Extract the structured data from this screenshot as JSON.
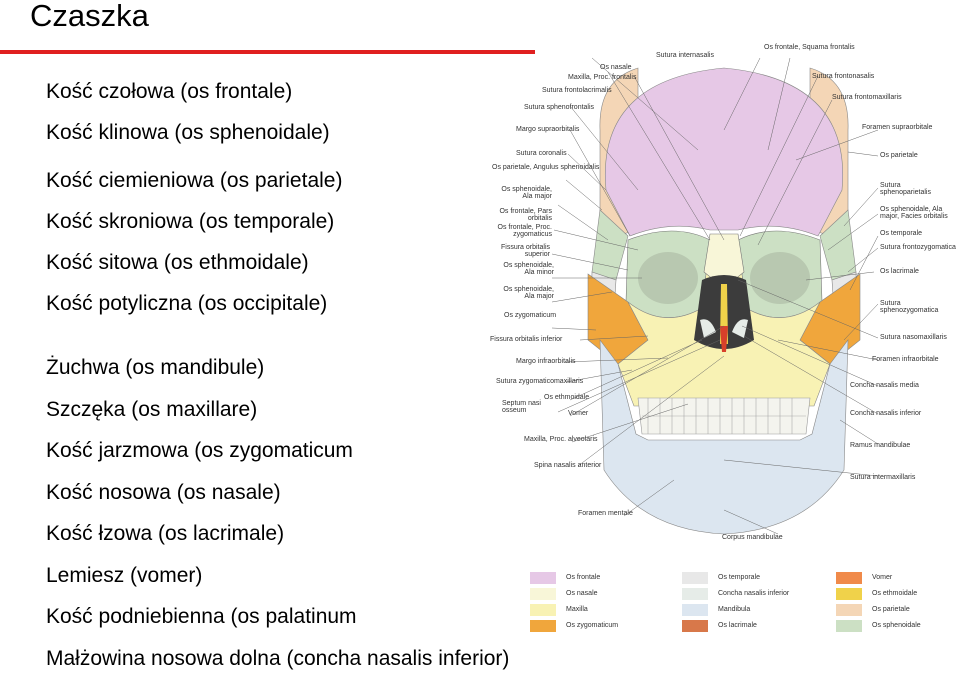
{
  "page": {
    "title": "Czaszka"
  },
  "bones": [
    {
      "label": "Kość czołowa (os frontale)"
    },
    {
      "label": "Kość klinowa (os sphenoidale)"
    },
    {
      "label": "Kość ciemieniowa (os parietale)"
    },
    {
      "label": "Kość skroniowa (os temporale)"
    },
    {
      "label": "Kość sitowa (os ethmoidale)"
    },
    {
      "label": "Kość potyliczna (os occipitale)"
    },
    {
      "label": "Żuchwa (os mandibule)"
    },
    {
      "label": "Szczęka (os maxillare)"
    },
    {
      "label": "Kość jarzmowa (os zygomaticum"
    },
    {
      "label": "Kość nosowa (os nasale)"
    },
    {
      "label": "Kość łzowa (os lacrimale)"
    },
    {
      "label": "Lemiesz (vomer)"
    },
    {
      "label": "Kość podniebienna (os palatinum"
    },
    {
      "label": "Małżowina nosowa dolna (concha nasalis inferior)"
    }
  ],
  "figure": {
    "labels": [
      "Sutura internasalis",
      "Os frontale, Squama frontalis",
      "Os nasale",
      "Maxilla, Proc. frontalis",
      "Sutura frontonasalis",
      "Sutura frontolacrimalis",
      "Sutura frontomaxillaris",
      "Sutura sphenofrontalis",
      "Margo supraorbitalis",
      "Foramen supraorbitale",
      "Sutura coronalis",
      "Os parietale",
      "Os parietale, Angulus sphenoidalis",
      "Sutura sphenoparietalis",
      "Os sphenoidale, Ala major",
      "Os sphenoidale, Ala major, Facies orbitalis",
      "Os frontale, Pars orbitalis",
      "Os temporale",
      "Os frontale, Proc. zygomaticus",
      "Sutura frontozygomatica",
      "Fissura orbitalis superior",
      "Os lacrimale",
      "Os sphenoidale, Ala minor",
      "Os sphenoidale, Ala major",
      "Sutura sphenozygomatica",
      "Os zygomaticum",
      "Sutura nasomaxillaris",
      "Fissura orbitalis inferior",
      "Foramen infraorbitale",
      "Margo infraorbitalis",
      "Sutura zygomaticomaxillaris",
      "Concha nasalis media",
      "Septum nasi osseum",
      "Os ethmoidale",
      "Vomer",
      "Concha nasalis inferior",
      "Maxilla, Proc. alveolaris",
      "Ramus mandibulae",
      "Spina nasalis anterior",
      "Sutura intermaxillaris",
      "Foramen mentale",
      "Corpus mandibulae"
    ]
  },
  "legend": [
    {
      "label": "Os frontale",
      "color": "#e6c8e6"
    },
    {
      "label": "Os temporale",
      "color": "#e8e8e8"
    },
    {
      "label": "Vomer",
      "color": "#f08a4a"
    },
    {
      "label": "Os nasale",
      "color": "#f8f6d8"
    },
    {
      "label": "Concha nasalis inferior",
      "color": "#e6ece8"
    },
    {
      "label": "Os ethmoidale",
      "color": "#f0d24a"
    },
    {
      "label": "Maxilla",
      "color": "#f8f2b4"
    },
    {
      "label": "Mandibula",
      "color": "#dce6f0"
    },
    {
      "label": "Os parietale",
      "color": "#f4d6b6"
    },
    {
      "label": "Os zygomaticum",
      "color": "#f0a63c"
    },
    {
      "label": "Os lacrimale",
      "color": "#d8784a"
    },
    {
      "label": "Os sphenoidale",
      "color": "#cce0c4"
    }
  ]
}
